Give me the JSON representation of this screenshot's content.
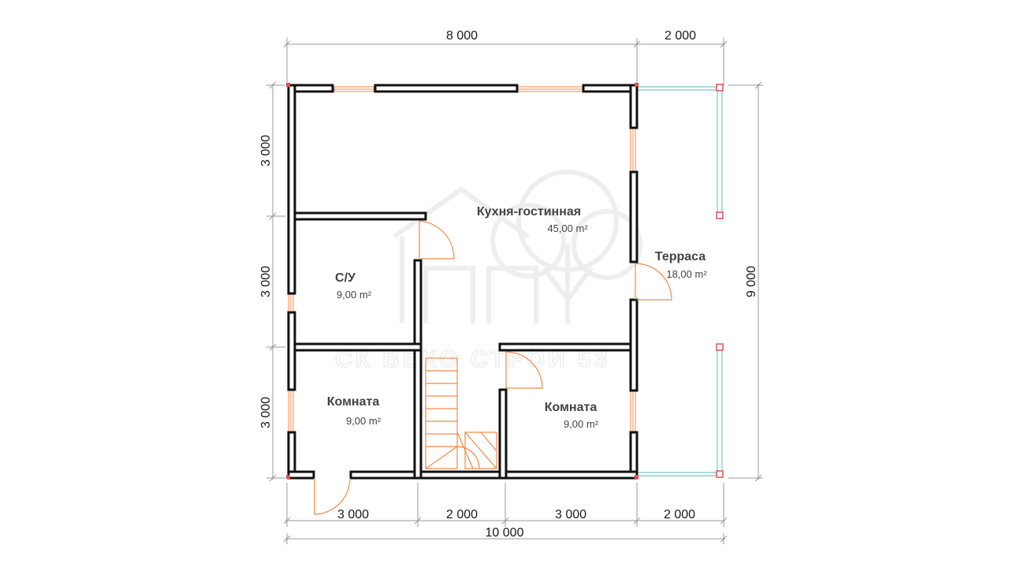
{
  "dimensions": {
    "top": [
      "8 000",
      "2 000"
    ],
    "bottom": [
      "3 000",
      "2 000",
      "3 000",
      "2 000"
    ],
    "total_width": "10 000",
    "left": [
      "3 000",
      "3 000",
      "3 000"
    ],
    "right": "9 000"
  },
  "rooms": {
    "kitchen": {
      "name": "Кухня-гостинная",
      "area": "45,00 m²"
    },
    "bathroom": {
      "name": "С/У",
      "area": "9,00 m²"
    },
    "terrace": {
      "name": "Терраса",
      "area": "18,00 m²"
    },
    "room_left": {
      "name": "Комната",
      "area": "9,00 m²"
    },
    "room_right": {
      "name": "Комната",
      "area": "9,00 m²"
    }
  },
  "watermark": {
    "text": "СК ВЕКО СТРОЙ 53"
  },
  "colors": {
    "wall": "#111111",
    "wall_fill": "#ffffff",
    "window": "#f08a4b",
    "door": "#f08a4b",
    "stair": "#f08a4b",
    "railing": "#7fc4c4",
    "post": "#e05050",
    "dimension_line": "#999999",
    "watermark": "#eeeeee"
  }
}
